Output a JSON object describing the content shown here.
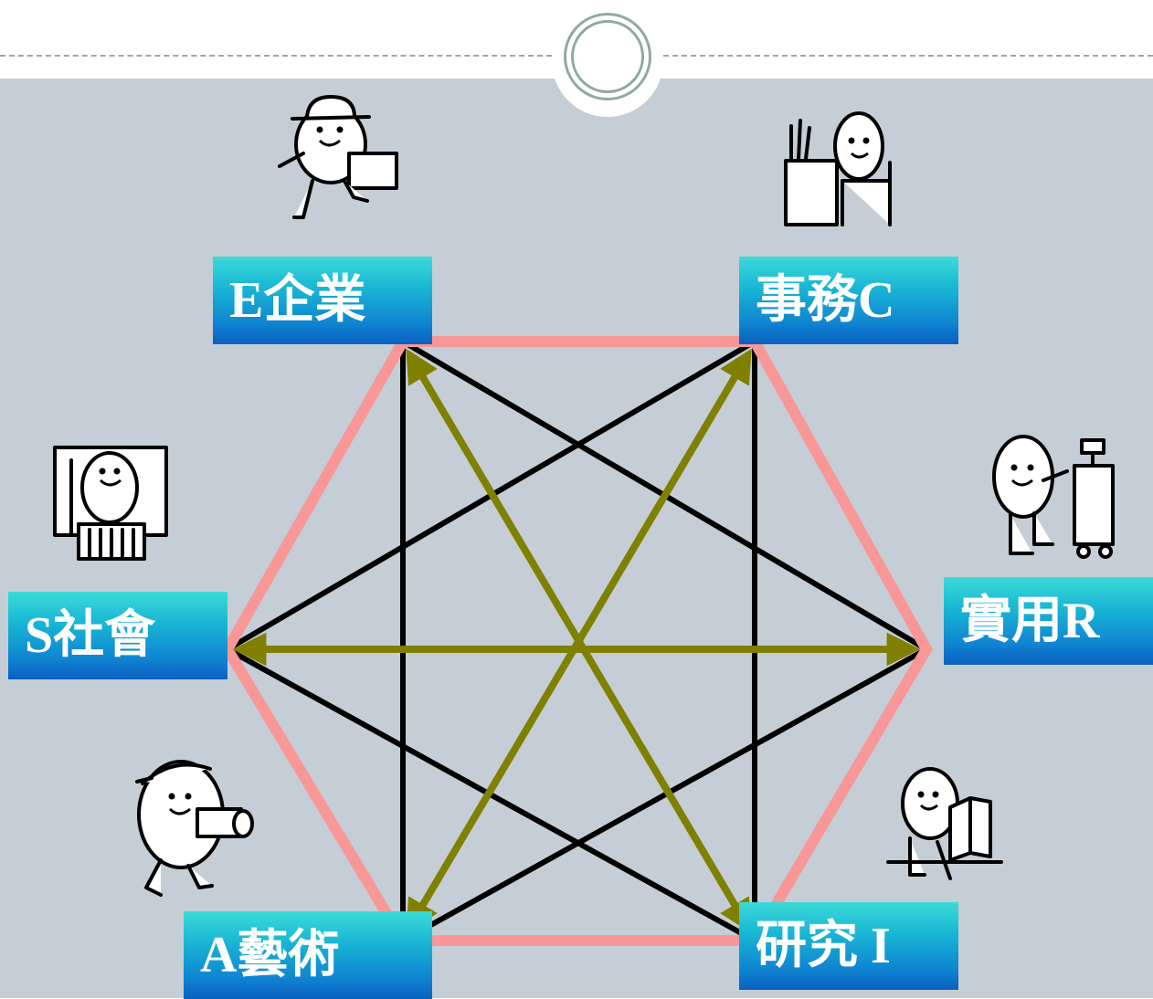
{
  "nodes": {
    "enterprising": {
      "label": "E企業"
    },
    "conventional": {
      "label": "事務C"
    },
    "realistic": {
      "label": "實用R"
    },
    "investigative": {
      "label": "研究 I"
    },
    "artistic": {
      "label": "A藝術"
    },
    "social": {
      "label": "S社會"
    }
  },
  "colors": {
    "background": "#c5ced6",
    "hexagon_edge": "#f79797",
    "diagonal": "#000000",
    "arrow": "#808000",
    "label_gradient_top": "#3cdad8",
    "label_gradient_bottom": "#0a60c0"
  },
  "icons": [
    "character-with-hat-carrying-box-icon",
    "character-at-desk-icon",
    "character-with-machine-icon",
    "character-reading-book-icon",
    "character-with-camera-icon",
    "character-at-podium-icon"
  ]
}
